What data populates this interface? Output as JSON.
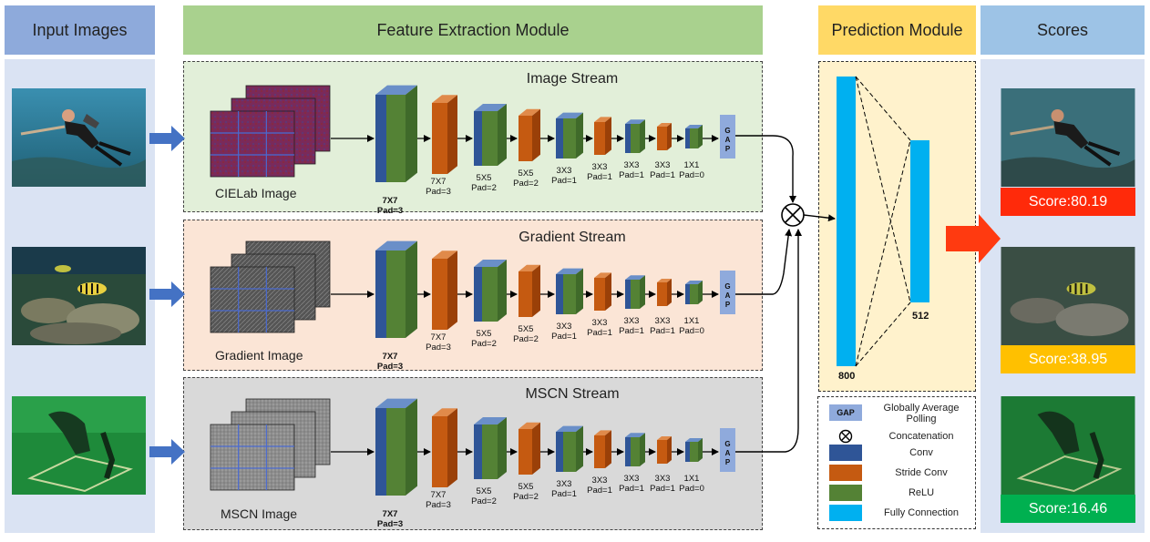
{
  "headers": {
    "input": "Input Images",
    "feature": "Feature Extraction Module",
    "prediction": "Prediction Module",
    "scores": "Scores"
  },
  "colors": {
    "input_header": "#8eaadb",
    "feature_header": "#a9d18e",
    "prediction_header": "#ffd966",
    "scores_header": "#9dc3e6",
    "side_panel": "#dae3f3",
    "image_stream_bg": "#e2efd9",
    "gradient_stream_bg": "#fbe5d6",
    "mscn_stream_bg": "#d9d9d9",
    "prediction_bg": "#fff2cc",
    "conv": "#2f5597",
    "stride_conv": "#c55a11",
    "relu": "#548235",
    "fc": "#00b0f0",
    "gap": "#8faadc"
  },
  "streams": [
    {
      "title": "Image Stream",
      "caption": "CIELab Image",
      "type": "cielab"
    },
    {
      "title": "Gradient Stream",
      "caption": "Gradient Image",
      "type": "gradient"
    },
    {
      "title": "MSCN Stream",
      "caption": "MSCN Image",
      "type": "mscn"
    }
  ],
  "layer_labels": [
    {
      "text": "7X7\nPad=3",
      "bold": true
    },
    {
      "text": "7X7\nPad=3",
      "bold": false
    },
    {
      "text": "5X5\nPad=2",
      "bold": false
    },
    {
      "text": "5X5\nPad=2",
      "bold": false
    },
    {
      "text": "3X3\nPad=1",
      "bold": false
    },
    {
      "text": "3X3\nPad=1",
      "bold": false
    },
    {
      "text": "3X3\nPad=1",
      "bold": false
    },
    {
      "text": "3X3\nPad=1",
      "bold": false
    },
    {
      "text": "1X1\nPad=0",
      "bold": false
    }
  ],
  "gap_label": "GAP",
  "fc": {
    "first": "800",
    "second": "512"
  },
  "scores": [
    {
      "text": "Score:80.19",
      "color": "#ff2a0a"
    },
    {
      "text": "Score:38.95",
      "color": "#ffc000"
    },
    {
      "text": "Score:16.46",
      "color": "#00b050"
    }
  ],
  "legend": [
    {
      "label": "Globally Average\nPolling",
      "swatch": "gap",
      "swatch_text": "GAP"
    },
    {
      "label": "Concatenation",
      "swatch": "concat",
      "swatch_text": ""
    },
    {
      "label": "Conv",
      "swatch": "conv",
      "swatch_text": ""
    },
    {
      "label": "Stride Conv",
      "swatch": "stride_conv",
      "swatch_text": ""
    },
    {
      "label": "ReLU",
      "swatch": "relu",
      "swatch_text": ""
    },
    {
      "label": "Fully Connection",
      "swatch": "fc",
      "swatch_text": ""
    }
  ]
}
